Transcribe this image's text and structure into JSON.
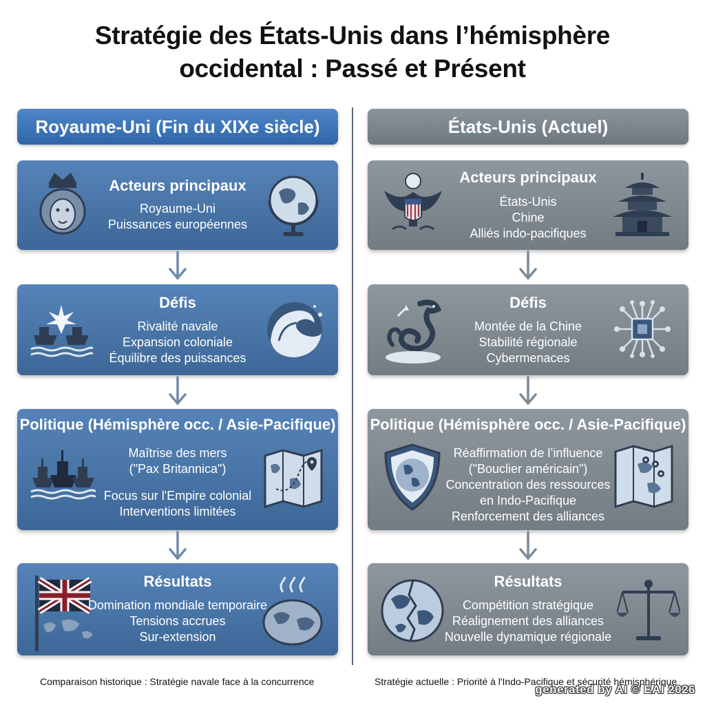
{
  "title": {
    "line1": "Stratégie des États-Unis dans l’hémisphère",
    "line2": "occidental : Passé et Présent"
  },
  "colors": {
    "left_accent": "#3a72b5",
    "right_accent": "#7a848c",
    "arrow": "#6f8aa8"
  },
  "left": {
    "header": "Royaume-Uni (Fin du XIXe siècle)",
    "cards": [
      {
        "title": "Acteurs principaux",
        "lines": [
          "Royaume-Uni",
          "Puissances européennes"
        ],
        "icons": [
          "lion-crown-icon",
          "globe-icon"
        ]
      },
      {
        "title": "Défis",
        "lines": [
          "Rivalité navale",
          "Expansion coloniale",
          "Équilibre des puissances"
        ],
        "icons": [
          "warships-icon",
          "wave-icon"
        ]
      },
      {
        "title": "Politique (Hémisphère occ. / Asie-Pacifique)",
        "lines": [
          "Maîtrise des mers",
          "(\"Pax Britannica\")",
          "",
          "Focus sur l'Empire colonial",
          "Interventions limitées"
        ],
        "icons": [
          "fleet-icon",
          "map-icon"
        ]
      },
      {
        "title": "Résultats",
        "lines": [
          "Domination mondiale temporaire",
          "Tensions accrues",
          "Sur-extension"
        ],
        "icons": [
          "union-flag-icon",
          "fading-globe-icon"
        ]
      }
    ],
    "footnote": "Comparaison historique : Stratégie navale face à la concurrence"
  },
  "right": {
    "header": "États-Unis (Actuel)",
    "cards": [
      {
        "title": "Acteurs principaux",
        "lines": [
          "États-Unis",
          "Chine",
          "Alliés indo-pacifiques"
        ],
        "icons": [
          "eagle-seal-icon",
          "pagoda-icon"
        ]
      },
      {
        "title": "Défis",
        "lines": [
          "Montée de la Chine",
          "Stabilité régionale",
          "Cybermenaces"
        ],
        "icons": [
          "dragon-icon",
          "circuit-chip-icon"
        ]
      },
      {
        "title": "Politique (Hémisphère occ. / Asie-Pacifique)",
        "lines": [
          "Réaffirmation de l’influence",
          "(\"Bouclier américain\")",
          "Concentration des ressources",
          "en Indo-Pacifique",
          "Renforcement des alliances"
        ],
        "icons": [
          "shield-globe-icon",
          "map-pins-icon"
        ]
      },
      {
        "title": "Résultats",
        "lines": [
          "Compétition stratégique",
          "Réalignement des alliances",
          "Nouvelle dynamique régionale"
        ],
        "icons": [
          "cracked-globe-icon",
          "scales-icon"
        ]
      }
    ],
    "footnote": "Stratégie actuelle : Priorité à l'Indo-Pacifique et sécurité hémisphérique"
  },
  "watermark": "generated by AI © EAI 2026"
}
